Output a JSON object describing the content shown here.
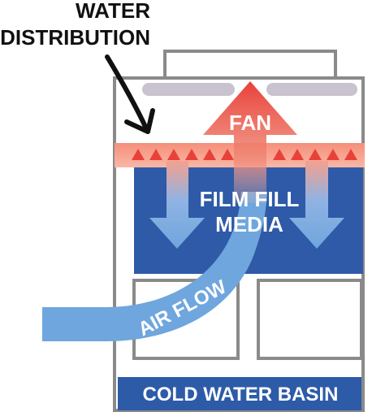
{
  "labels": {
    "water_distribution_line1": "WATER",
    "water_distribution_line2": "DISTRIBUTION",
    "fan": "FAN",
    "film_fill_line1": "FILM FILL",
    "film_fill_line2": "MEDIA",
    "air_flow": "AIR FLOW",
    "cold_water_basin": "COLD WATER BASIN"
  },
  "colors": {
    "outline": "#8a8a8a",
    "fill_blue": "#2e5aa8",
    "basin_blue": "#2d5ba8",
    "light_blue": "#6fa6dd",
    "water_band": "#f7a38c",
    "triangle_red": "#e8413a",
    "fan_red": "#e8413a",
    "vent_gray": "#c9c3cf",
    "text_dark": "#111111",
    "text_light": "#ffffff"
  }
}
